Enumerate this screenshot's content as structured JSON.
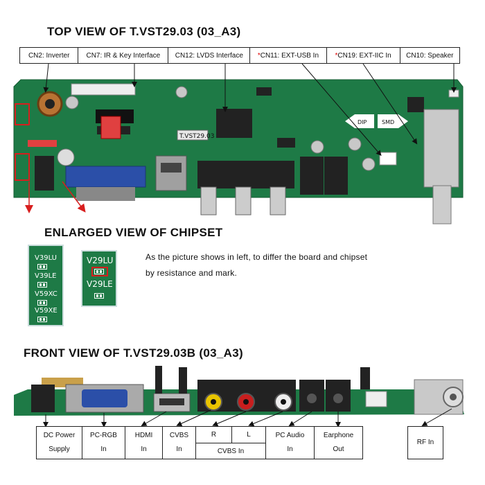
{
  "titles": {
    "top": "TOP VIEW OF T.VST29.03 (03_A3)",
    "chipset": "ENLARGED VIEW OF CHIPSET",
    "front": "FRONT VIEW OF T.VST29.03B (03_A3)"
  },
  "top_labels": [
    {
      "star": "",
      "text": "CN2: Inverter"
    },
    {
      "star": "",
      "text": "CN7: IR & Key Interface"
    },
    {
      "star": "",
      "text": "CN12: LVDS Interface"
    },
    {
      "star": "*",
      "text": "CN11: EXT-USB In"
    },
    {
      "star": "*",
      "text": "CN19: EXT-IIC In"
    },
    {
      "star": "",
      "text": "CN10: Speaker"
    }
  ],
  "board_silk": {
    "model": "T.VST29.03",
    "dip": "DIP",
    "smd": "SMD"
  },
  "chipset": {
    "left_labels": [
      "V39LU",
      "V39LE",
      "V59XC",
      "V59XE"
    ],
    "right_labels": [
      "V29LU",
      "V29LE"
    ],
    "description_line1": "As the picture shows in left, to differ the board and chipset",
    "description_line2": "by resistance and mark."
  },
  "bottom_labels": [
    {
      "line1": "DC Power",
      "line2": "Supply"
    },
    {
      "line1": "PC-RGB",
      "line2": "In"
    },
    {
      "line1": "HDMI",
      "line2": "In"
    },
    {
      "line1": "CVBS",
      "line2": "In"
    }
  ],
  "cvbs_group": {
    "r": "R",
    "l": "L",
    "label": "CVBS In"
  },
  "bottom_labels_right": [
    {
      "line1": "PC Audio",
      "line2": "In"
    },
    {
      "line1": "Earphone",
      "line2": "Out"
    }
  ],
  "rf": {
    "line1": "RF In"
  },
  "colors": {
    "pcb_green": "#1e7a46",
    "highlight_red": "#d81e1e",
    "vga_blue": "#2b4fa8"
  }
}
